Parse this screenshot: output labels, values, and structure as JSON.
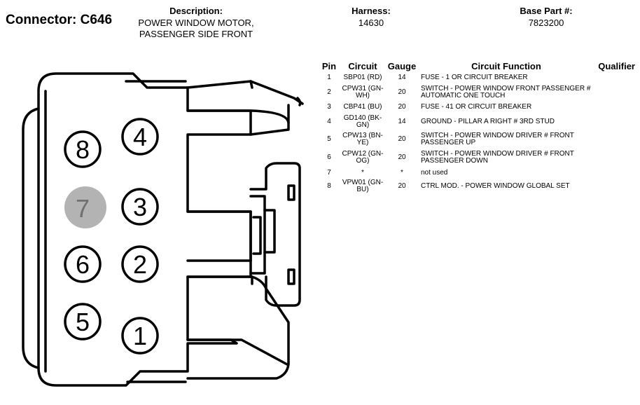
{
  "connector": {
    "label": "Connector: C646"
  },
  "header": {
    "description_title": "Description:",
    "description_line1": "POWER WINDOW MOTOR,",
    "description_line2": "PASSENGER SIDE FRONT",
    "harness_title": "Harness:",
    "harness_value": "14630",
    "base_part_title": "Base Part #:",
    "base_part_value": "7823200"
  },
  "pin_numbers": [
    "1",
    "2",
    "3",
    "4",
    "5",
    "6",
    "7",
    "8"
  ],
  "inactive_pin": "7",
  "colors": {
    "outline": "#000000",
    "inactive_pin_fill": "#b3b3b3",
    "inactive_pin_text": "#707070"
  },
  "table": {
    "headers": [
      "Pin",
      "Circuit",
      "Gauge",
      "Circuit Function",
      "Qualifier"
    ],
    "rows": [
      {
        "pin": "1",
        "circuit_line1": "SBP01 (RD)",
        "circuit_line2": "",
        "gauge": "14",
        "function_line1": "FUSE - 1 OR CIRCUIT BREAKER",
        "function_line2": ""
      },
      {
        "pin": "2",
        "circuit_line1": "CPW31 (GN-",
        "circuit_line2": "WH)",
        "gauge": "20",
        "function_line1": "SWITCH - POWER WINDOW FRONT PASSENGER #",
        "function_line2": "AUTOMATIC ONE TOUCH"
      },
      {
        "pin": "3",
        "circuit_line1": "CBP41 (BU)",
        "circuit_line2": "",
        "gauge": "20",
        "function_line1": "FUSE - 41 OR CIRCUIT BREAKER",
        "function_line2": ""
      },
      {
        "pin": "4",
        "circuit_line1": "GD140 (BK-",
        "circuit_line2": "GN)",
        "gauge": "14",
        "function_line1": "GROUND - PILLAR A RIGHT # 3RD STUD",
        "function_line2": ""
      },
      {
        "pin": "5",
        "circuit_line1": "CPW13 (BN-",
        "circuit_line2": "YE)",
        "gauge": "20",
        "function_line1": "SWITCH - POWER WINDOW DRIVER # FRONT",
        "function_line2": "PASSENGER UP"
      },
      {
        "pin": "6",
        "circuit_line1": "CPW12 (GN-",
        "circuit_line2": "OG)",
        "gauge": "20",
        "function_line1": "SWITCH - POWER WINDOW DRIVER # FRONT",
        "function_line2": "PASSENGER DOWN"
      },
      {
        "pin": "7",
        "circuit_line1": "*",
        "circuit_line2": "",
        "gauge": "*",
        "function_line1": "not used",
        "function_line2": ""
      },
      {
        "pin": "8",
        "circuit_line1": "VPW01 (GN-",
        "circuit_line2": "BU)",
        "gauge": "20",
        "function_line1": "CTRL MOD. - POWER WINDOW GLOBAL SET",
        "function_line2": ""
      }
    ]
  }
}
